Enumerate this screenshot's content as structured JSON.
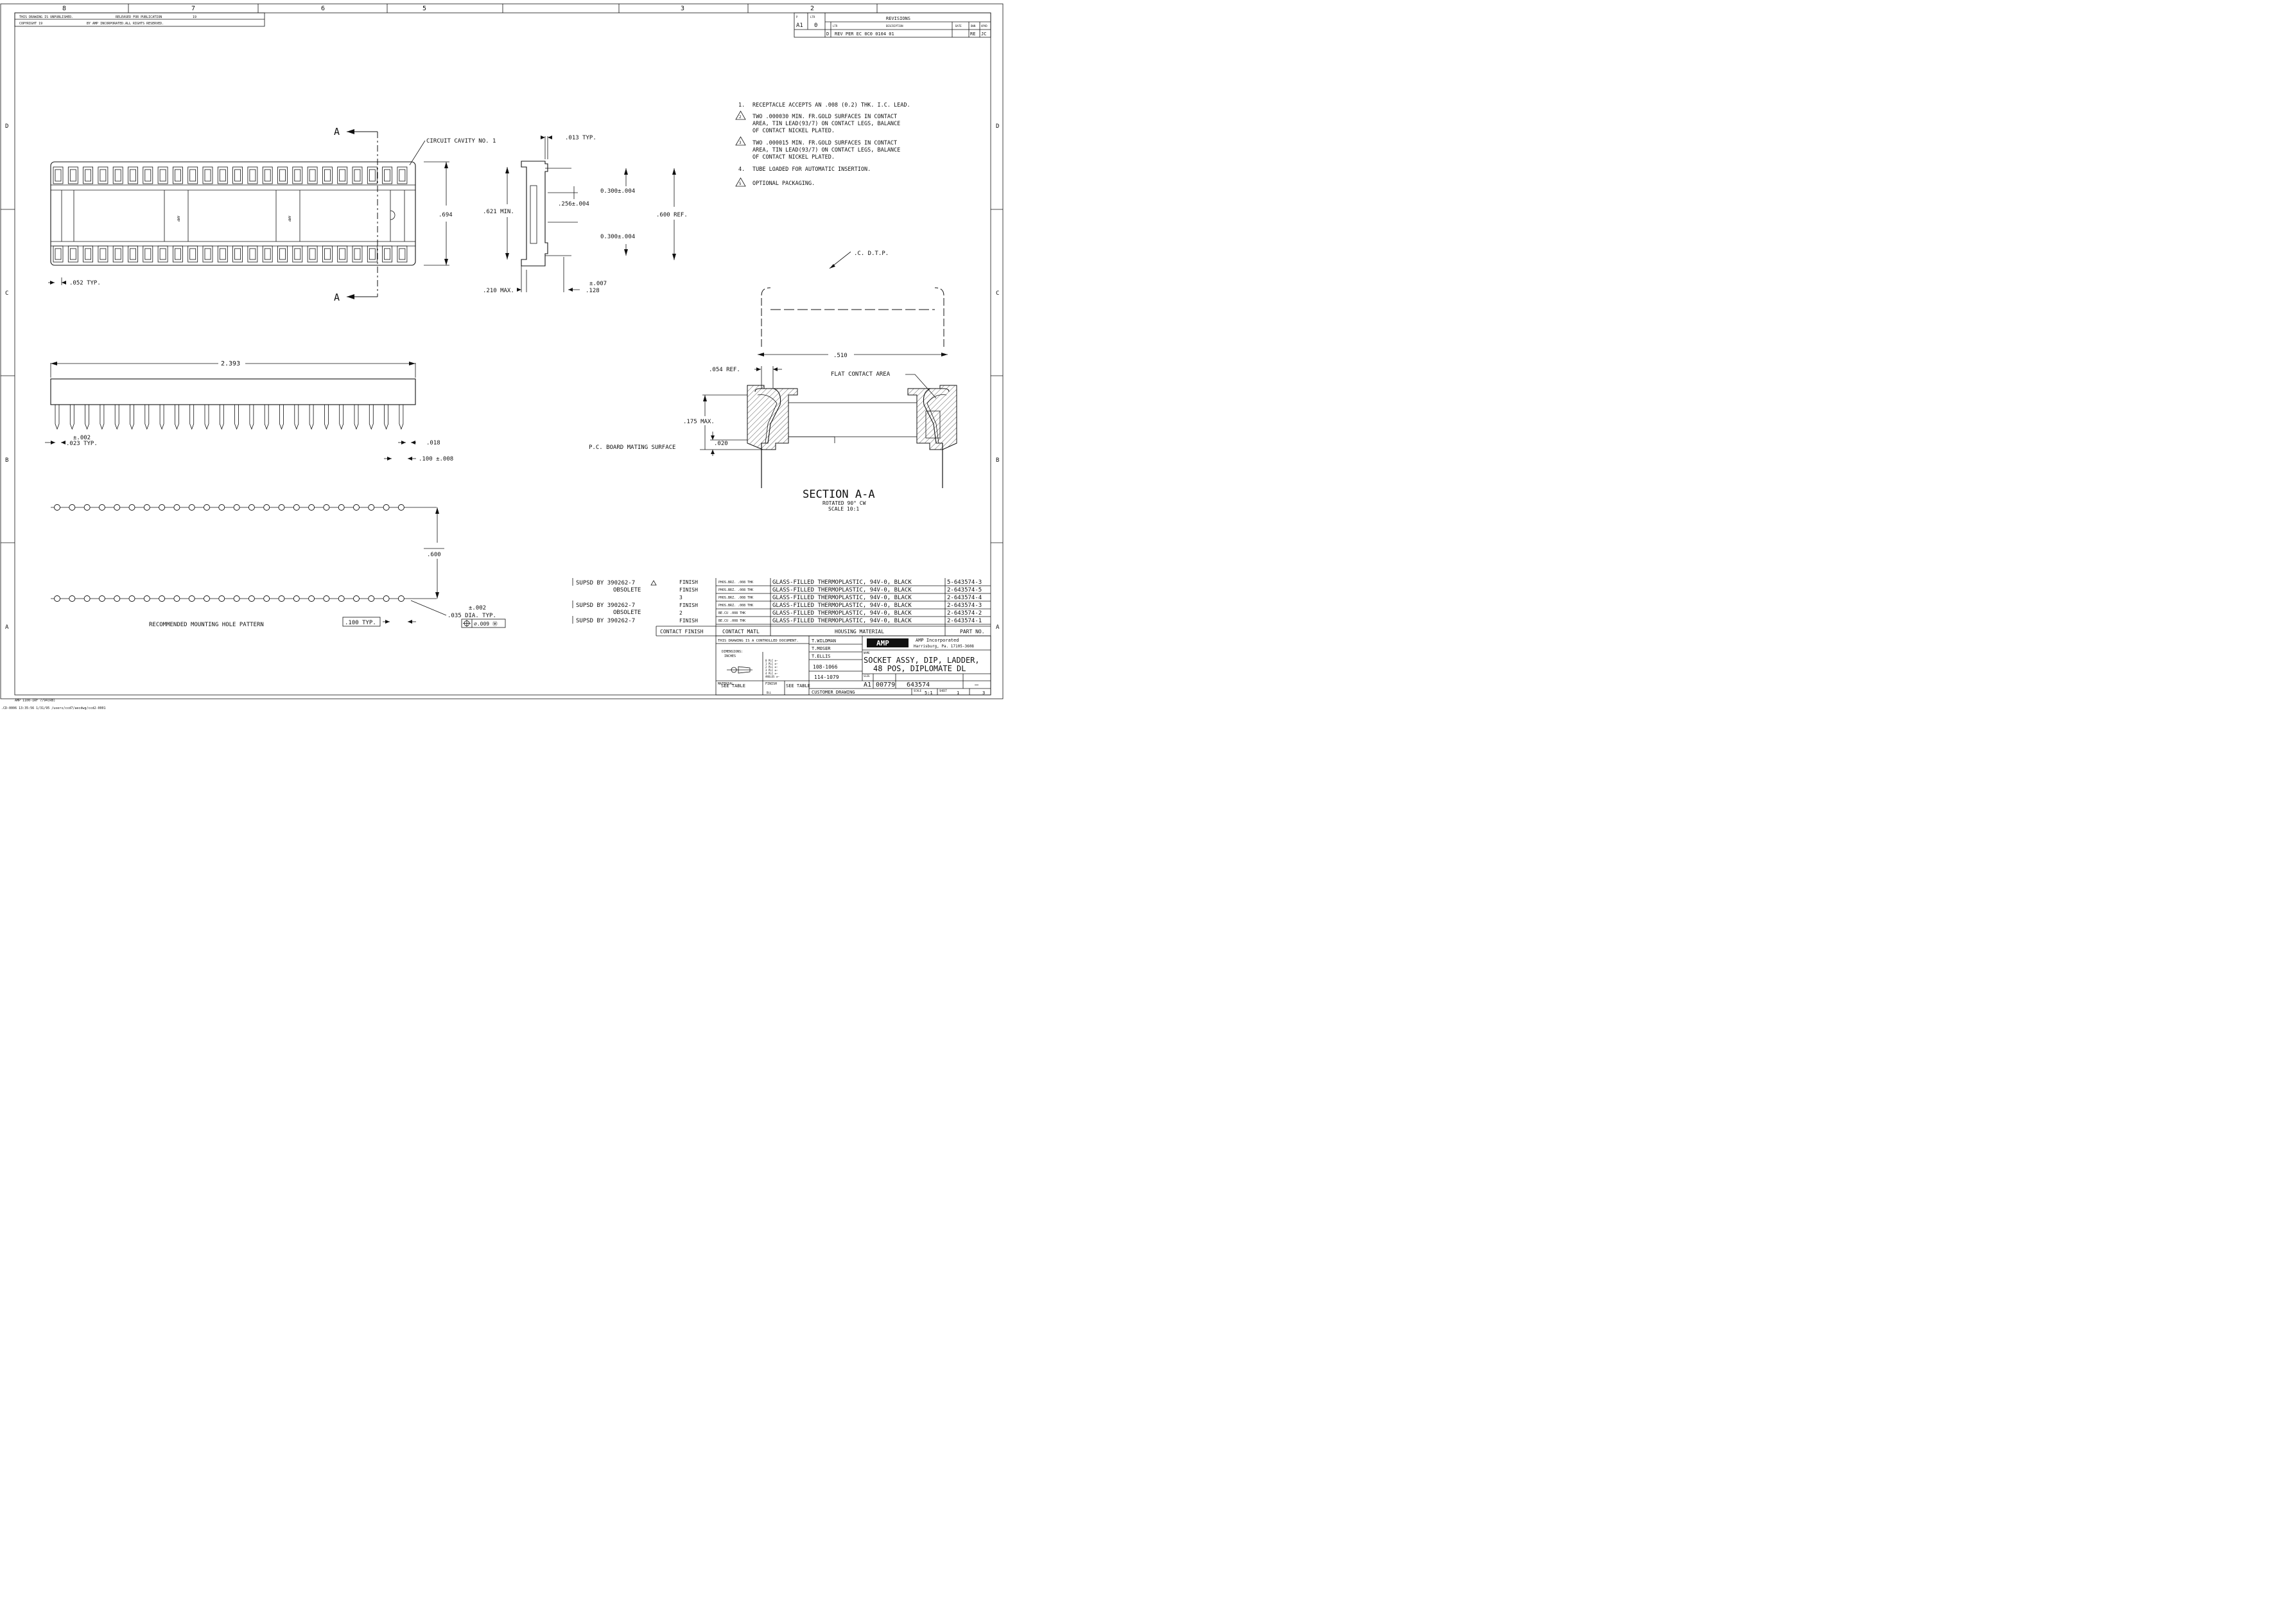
{
  "zones_top": [
    "8",
    "7",
    "6",
    "5",
    "",
    "3",
    "2",
    ""
  ],
  "zones_side": [
    "D",
    "C",
    "B",
    "A"
  ],
  "header_left": {
    "line1a": "THIS DRAWING IS UNPUBLISHED.",
    "line1b": "RELEASED FOR PUBLICATION",
    "line1c": "19",
    "line2a": "COPYRIGHT 19",
    "line2b": "BY AMP INCORPORATED.",
    "line2c": "ALL RIGHTS RESERVED."
  },
  "revisions": {
    "title": "REVISIONS",
    "ltr_label": "LTR",
    "description_label": "DESCRIPTION",
    "date_label": "DATE",
    "dwn_label": "DWN",
    "apvd_label": "APVD",
    "p_label": "P",
    "lt_label": "LTR",
    "zone_value": "A1",
    "rev_value": "0",
    "entry_ltr": "D",
    "entry_desc": "REV PER EC 0C0 0104 01",
    "entry_date": "",
    "entry_dwn": "RE",
    "entry_apvd": "JC"
  },
  "notes": [
    {
      "num": "1.",
      "text": "RECEPTACLE ACCEPTS AN .008 (0.2) THK. I.C. LEAD."
    },
    {
      "num": "2",
      "text": "TWO .000030 MIN. FR.GOLD SURFACES IN CONTACT AREA, TIN LEAD(93/7) ON CONTACT LEGS, BALANCE OF CONTACT NICKEL PLATED."
    },
    {
      "num": "3",
      "text": "TWO .000015 MIN. FR.GOLD SURFACES IN CONTACT AREA, TIN LEAD(93/7) ON CONTACT LEGS, BALANCE OF CONTACT NICKEL PLATED."
    },
    {
      "num": "4.",
      "text": "TUBE LOADED FOR AUTOMATIC INSERTION."
    },
    {
      "num": "5",
      "text": "OPTIONAL PACKAGING."
    }
  ],
  "top_view": {
    "section_a": "A",
    "cavity_label": "CIRCUIT CAVITY NO. 1",
    "dim_height": ".694",
    "dim_pitch": ".052 TYP.",
    "brand": "AMP"
  },
  "side_view": {
    "dim_top": ".013 TYP.",
    "dim_min": ".621 MIN.",
    "dim_256": ".256±.004",
    "dim_300a": "0.300±.004",
    "dim_300b": "0.300±.004",
    "dim_ref": ".600 REF.",
    "dim_max": ".210 MAX.",
    "dim_tol": "±.007",
    "dim_128": ".128"
  },
  "front_view": {
    "dim_length": "2.393",
    "dim_tol": "±.002",
    "dim_lead": ".023 TYP.",
    "dim_018": ".018",
    "dim_pitch": ".100 ±.008"
  },
  "pattern": {
    "dim_600": ".600",
    "dim_hole_tol": "±.002",
    "dim_hole": ".035 DIA. TYP.",
    "dim_tp": "⌀.009 Ⓜ",
    "dim_spacing": ".100 TYP.",
    "title": "RECOMMENDED MOUNTING HOLE PATTERN"
  },
  "section": {
    "title": "SECTION A-A",
    "sub1": "ROTATED 90° CW",
    "sub2": "SCALE 10:1",
    "dim_ctp": ".C. D.T.P.",
    "dim_510": ".510",
    "dim_054": ".054 REF.",
    "flat_contact": "FLAT CONTACT AREA",
    "dim_175": ".175 MAX.",
    "dim_020": ".020",
    "pcb": "P.C. BOARD MATING SURFACE"
  },
  "parts": {
    "super1": "SUPSD BY 390262-7",
    "obs1": "OBSOLETE",
    "super2": "SUPSD BY 390262-7",
    "obs2": "OBSOLETE",
    "super3": "SUPSD BY 390262-7",
    "rows": [
      {
        "finish": "FINISH",
        "plating": "PHOS.BRZ. .008 THK",
        "housing": "GLASS-FILLED THERMOPLASTIC, 94V-0, BLACK",
        "part": "5-643574-3"
      },
      {
        "finish": "FINISH",
        "plating": "PHOS.BRZ. .008 THK",
        "housing": "GLASS-FILLED THERMOPLASTIC, 94V-0, BLACK",
        "part": "2-643574-5"
      },
      {
        "finish": "3",
        "plating": "PHOS.BRZ. .008 THK",
        "housing": "GLASS-FILLED THERMOPLASTIC, 94V-0, BLACK",
        "part": "2-643574-4"
      },
      {
        "finish": "FINISH",
        "plating": "PHOS.BRZ. .008 THK",
        "housing": "GLASS-FILLED THERMOPLASTIC, 94V-0, BLACK",
        "part": "2-643574-3"
      },
      {
        "finish": "2",
        "plating": "BE.CU .008 THK",
        "housing": "GLASS-FILLED THERMOPLASTIC, 94V-0, BLACK",
        "part": "2-643574-2"
      },
      {
        "finish": "FINISH",
        "plating": "BE.CU .008 THK",
        "housing": "GLASS-FILLED THERMOPLASTIC, 94V-0, BLACK",
        "part": "2-643574-1"
      }
    ],
    "h_finish": "CONTACT FINISH",
    "h_material": "CONTACT MATL",
    "h_housing": "HOUSING MATERIAL",
    "h_part": "PART NO."
  },
  "title_block": {
    "controlled": "THIS DRAWING IS A CONTROLLED DOCUMENT.",
    "dwn": "T.WILDMAN",
    "chk": "T.MOSER",
    "apvd": "T.ELLIS",
    "product_spec": "108-1066",
    "application_spec": "114-1079",
    "weight": "",
    "company": "AMP Incorporated",
    "address": "Harrisburg, Pa. 17105-3608",
    "logo": "AMP",
    "name_label": "NAME",
    "title1": "SOCKET ASSY, DIP, LADDER,",
    "title2": "48 POS, DIPLOMATE DL",
    "size_label": "SIZE",
    "size": "A1",
    "cage": "00779",
    "dwg_no": "643574",
    "rev": "—",
    "scale_label": "SCALE",
    "scale": "5:1",
    "sheet_label": "SHEET",
    "sheet": "1",
    "of": "3",
    "customer": "CUSTOMER DRAWING",
    "tol_label": "DIMENSIONS:",
    "tol_unit": "INCHES",
    "material": "MATERIAL",
    "material_val": "SEE TABLE",
    "finish": "FINISH",
    "finish_val": "SEE TABLE",
    "tolerances": [
      "0 PLC ±—",
      "1 PLC ±—",
      "2 PLC ±—",
      "3 PLC ±—",
      "4 PLC ±—",
      "ANGLES ±—"
    ]
  },
  "footer": {
    "line1": "AMP 1100-IRF 7/94(RB)",
    "line2": ".CD-0006   13:35:56   1/31/95   /users/ccd7/aecdwg/ccd2-0001"
  }
}
